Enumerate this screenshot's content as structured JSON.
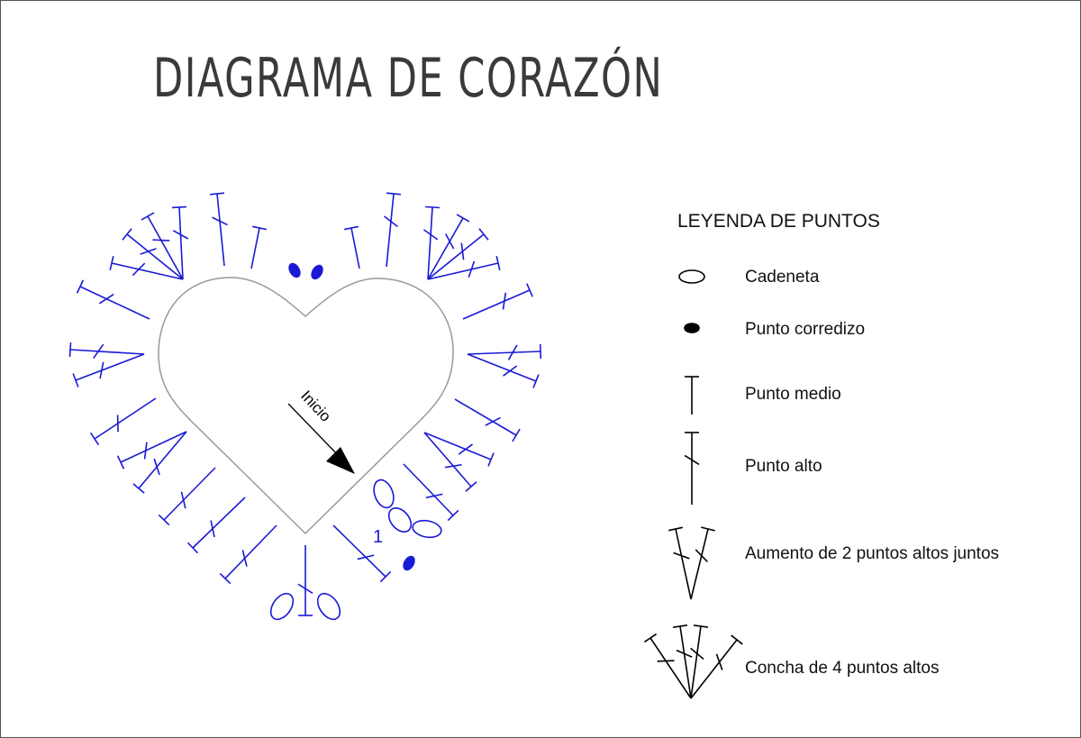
{
  "title": "DIAGRAMA DE CORAZÓN",
  "diagram": {
    "start_label": "Inicio",
    "round_number": "1",
    "stitch_color": "#1a1ad6",
    "outline_color": "#999999"
  },
  "legend": {
    "title": "LEYENDA DE PUNTOS",
    "items": [
      {
        "symbol": "chain-oval",
        "label": "Cadeneta"
      },
      {
        "symbol": "filled-dot",
        "label": "Punto corredizo"
      },
      {
        "symbol": "t-stitch",
        "label": "Punto medio"
      },
      {
        "symbol": "crossed-t-stitch",
        "label": "Punto alto"
      },
      {
        "symbol": "v-increase",
        "label": "Aumento de 2 puntos altos juntos"
      },
      {
        "symbol": "fan-shell",
        "label": "Concha de 4 puntos altos"
      }
    ]
  }
}
